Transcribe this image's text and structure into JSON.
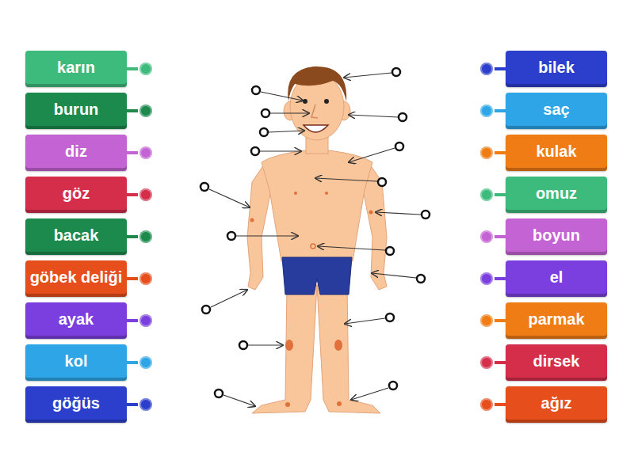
{
  "diagram": {
    "nodes": [
      {
        "text": [
          "karın"
        ]
      },
      {
        "text": [
          "burun"
        ]
      },
      {
        "text": [
          "diz"
        ]
      },
      {
        "text": [
          "göz"
        ]
      },
      {
        "text": [
          "bacak"
        ]
      },
      {
        "text": [
          "göbek deliği"
        ]
      },
      {
        "text": [
          "ayak"
        ]
      },
      {
        "text": [
          "kol"
        ]
      },
      {
        "text": [
          "göğüs"
        ]
      },
      {
        "text": [
          "bilek"
        ]
      },
      {
        "text": [
          "saç"
        ]
      },
      {
        "text": [
          "kulak"
        ]
      },
      {
        "text": [
          "omuz"
        ]
      },
      {
        "text": [
          "boyun"
        ]
      },
      {
        "text": [
          "el"
        ]
      },
      {
        "text": [
          "parmak"
        ]
      },
      {
        "text": [
          "dirsek"
        ]
      },
      {
        "text": [
          "ağız"
        ]
      }
    ]
  }
}
